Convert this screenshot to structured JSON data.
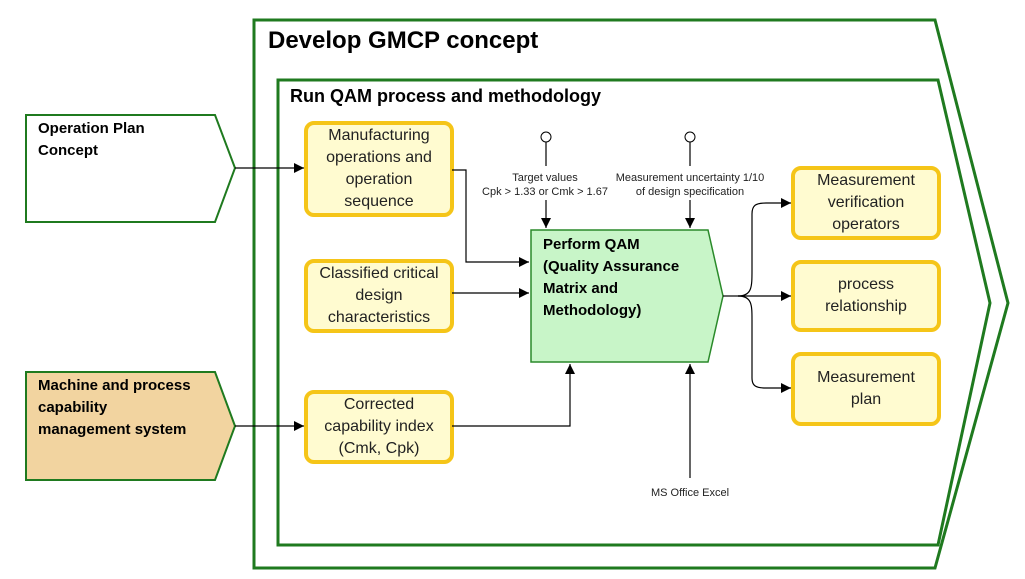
{
  "outer_stage": {
    "title": "Develop GMCP concept"
  },
  "inner_stage": {
    "title": "Run QAM process and methodology"
  },
  "inputs": [
    {
      "label": "Operation Plan\nConcept",
      "fill": "#ffffff"
    },
    {
      "label": "Machine and process\ncapability\nmanagement system",
      "fill": "#f2d4a0"
    }
  ],
  "left_boxes": [
    {
      "label": "Manufacturing\noperations and\noperation\nsequence"
    },
    {
      "label": "Classified critical\ndesign\ncharacteristics"
    },
    {
      "label": "Corrected\ncapability index\n(Cmk, Cpk)"
    }
  ],
  "controls": [
    {
      "label": "Target values\nCpk > 1.33 or Cmk > 1.67"
    },
    {
      "label": "Measurement uncertainty 1/10\nof design specification"
    }
  ],
  "process": {
    "label": "Perform QAM\n(Quality Assurance\nMatrix and\nMethodology)",
    "fill": "#c8f5c8"
  },
  "mechanism": {
    "label": "MS Office Excel"
  },
  "outputs": [
    {
      "label": "Measurement\nverification\noperators"
    },
    {
      "label": "process\nrelationship"
    },
    {
      "label": "Measurement\nplan"
    }
  ],
  "colors": {
    "stage_border": "#1f7a1f",
    "box_border": "#f5c518",
    "box_fill": "#fffbd0",
    "process_border": "#2a8a2a"
  }
}
